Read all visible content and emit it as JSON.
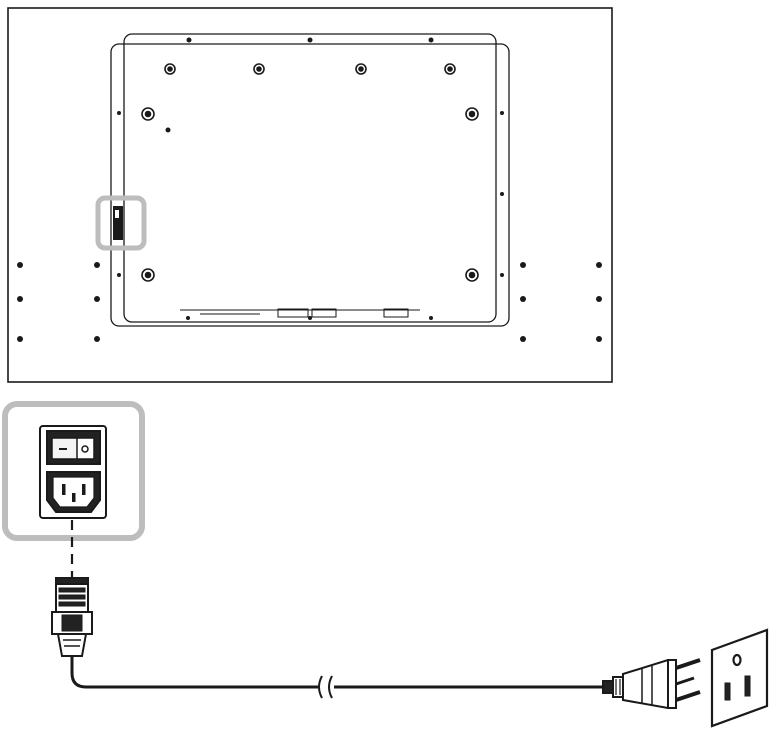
{
  "diagram": {
    "description_visible_text": [],
    "colors": {
      "line": "#1a1a1a",
      "highlight": "#bdbdbd",
      "background": "#ffffff",
      "fill_dark": "#222222",
      "fill_light": "#f4f4f4"
    },
    "parts": {
      "display_rear": "display-rear-panel",
      "highlight_small": "power-port-highlight",
      "highlight_large": "power-inlet-zoom",
      "inlet": "ac-power-inlet-with-switch",
      "cord": "power-cord",
      "plug": "ac-plug",
      "outlet": "wall-outlet"
    }
  }
}
